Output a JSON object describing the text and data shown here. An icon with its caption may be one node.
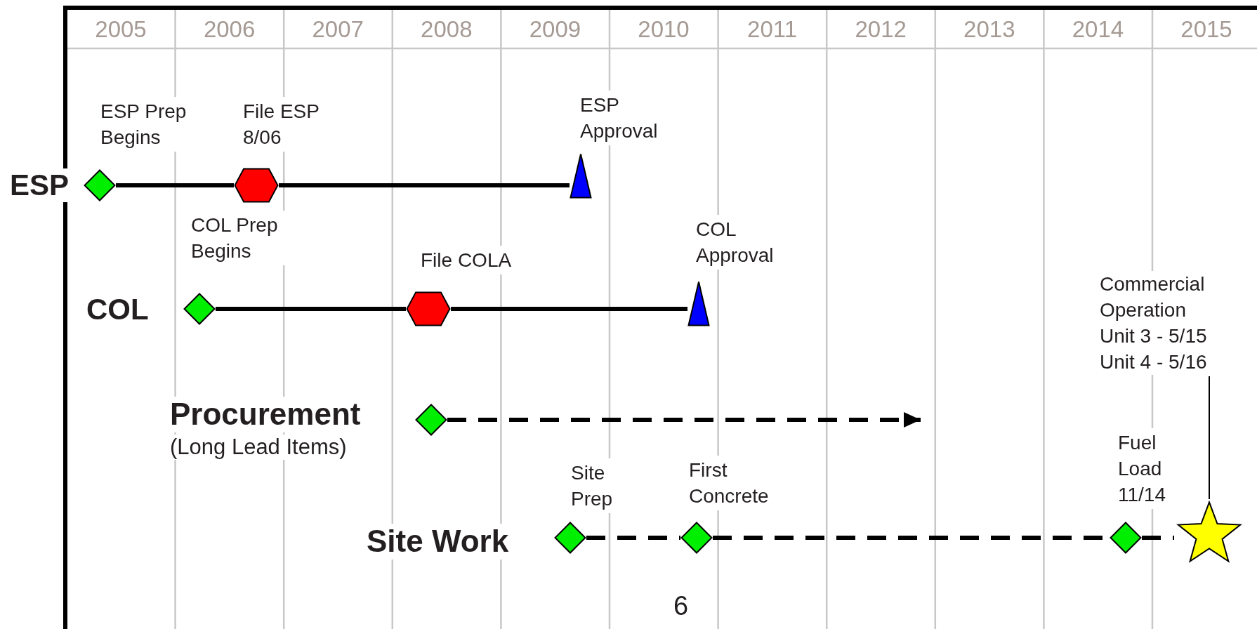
{
  "diagram": {
    "nodes": [
      {
        "text": [],
        "shape": "diamond",
        "beside": [
          "ESP Prep Begins"
        ]
      },
      {
        "text": [],
        "shape": "hexagon",
        "beside": [
          "File ESP 8/06"
        ]
      },
      {
        "text": [],
        "shape": "triangle",
        "beside": [
          "ESP Approval"
        ]
      },
      {
        "text": [],
        "shape": "diamond"
      },
      {
        "text": [],
        "shape": "hexagon",
        "beside": [
          "File COLA"
        ]
      },
      {
        "text": [],
        "shape": "triangle",
        "beside": [
          "COL Approval"
        ]
      },
      {
        "text": [],
        "shape": "diamond"
      },
      {
        "text": [],
        "shape": "diamond",
        "beside": [
          "Site Prep"
        ]
      },
      {
        "text": [],
        "shape": "diamond",
        "beside": [
          "First Concrete"
        ]
      },
      {
        "text": [],
        "shape": "diamond",
        "beside": [
          "Fuel Load 11/14"
        ]
      },
      {
        "text": [],
        "shape": "star"
      },
      {
        "text": [
          "Commercial Operation Unit 3 - 5/15 Unit 4 - 5/16"
        ]
      }
    ],
    "edges": [
      {
        "from": 0,
        "to": 1,
        "arrow": "none"
      },
      {
        "from": 1,
        "to": 2,
        "arrow": "none"
      },
      {
        "from": 3,
        "to": 4,
        "arrow": "none"
      },
      {
        "from": 4,
        "to": 5,
        "arrow": "none"
      },
      {
        "from": 6,
        "to": null,
        "arrow": "to",
        "style": "dashed"
      },
      {
        "from": 7,
        "to": 8,
        "arrow": "none",
        "style": "dashed"
      },
      {
        "from": 8,
        "to": 9,
        "arrow": "none",
        "style": "dashed"
      },
      {
        "from": 9,
        "to": 10,
        "arrow": "none",
        "style": "dashed"
      },
      {
        "from": 11,
        "to": 10,
        "arrow": "none"
      }
    ],
    "labels": [
      "2005",
      "2006",
      "2007",
      "2008",
      "2009",
      "2010",
      "2011",
      "2012",
      "2013",
      "2014",
      "2015",
      "ESP",
      "COL Prep Begins",
      "COL",
      "Procurement",
      "(Long Lead Items)",
      "Site Work",
      "6"
    ]
  }
}
